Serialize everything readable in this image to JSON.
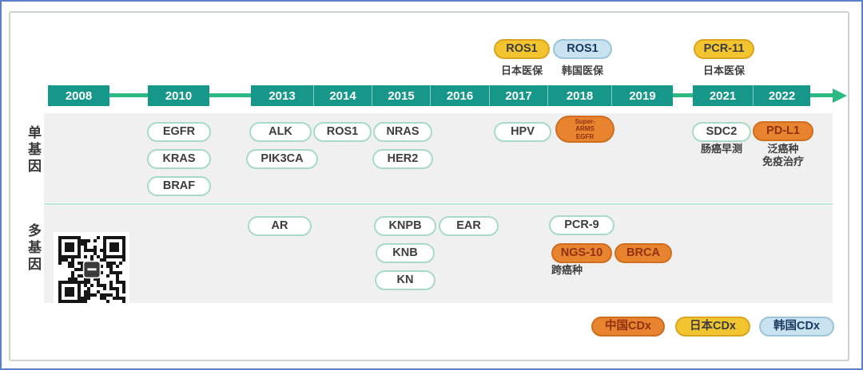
{
  "colors": {
    "china_cdx": "#E8832F",
    "japan_cdx": "#F2C430",
    "korea_cdx": "#C9E2EF",
    "timeline_teal": "#17978A",
    "arrow_green": "#2CB984"
  },
  "top_badges": [
    {
      "label": "ROS1",
      "type": "japan",
      "note": "日本医保"
    },
    {
      "label": "ROS1",
      "type": "korea",
      "note": "韩国医保"
    },
    {
      "label": "PCR-11",
      "type": "japan",
      "note": "日本医保"
    }
  ],
  "timeline": {
    "years": [
      "2008",
      "2010",
      "2013",
      "2014",
      "2015",
      "2016",
      "2017",
      "2018",
      "2019",
      "2021",
      "2022"
    ]
  },
  "rows": {
    "single_label": "单基因",
    "multi_label": "多基因"
  },
  "single_gene": {
    "items": [
      {
        "label": "EGFR"
      },
      {
        "label": "KRAS"
      },
      {
        "label": "BRAF"
      },
      {
        "label": "ALK"
      },
      {
        "label": "PIK3CA"
      },
      {
        "label": "ROS1"
      },
      {
        "label": "NRAS"
      },
      {
        "label": "HER2"
      },
      {
        "label": "HPV"
      },
      {
        "label": "Super-ARMS EGFR",
        "type": "china",
        "lines": [
          "Super-",
          "ARMS",
          "EGFR"
        ]
      },
      {
        "label": "SDC2",
        "note": "肠癌早测"
      },
      {
        "label": "PD-L1",
        "type": "china",
        "note_lines": [
          "泛癌种",
          "免疫治疗"
        ]
      }
    ]
  },
  "multi_gene": {
    "items": [
      {
        "label": "AR"
      },
      {
        "label": "KNPB"
      },
      {
        "label": "EAR"
      },
      {
        "label": "KNB"
      },
      {
        "label": "KN"
      },
      {
        "label": "PCR-9"
      },
      {
        "label": "NGS-10",
        "type": "china",
        "note": "跨癌种"
      },
      {
        "label": "BRCA",
        "type": "china"
      }
    ]
  },
  "legend": [
    {
      "label": "中国CDx",
      "type": "china"
    },
    {
      "label": "日本CDx",
      "type": "japan"
    },
    {
      "label": "韩国CDx",
      "type": "korea"
    }
  ]
}
